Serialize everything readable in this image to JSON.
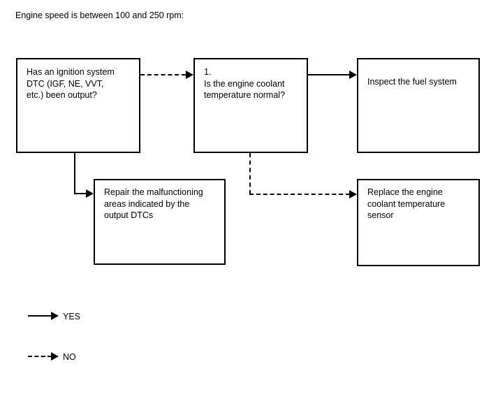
{
  "caption": "Engine speed is between 100 and 250 rpm:",
  "nodes": {
    "dtc_question": "Has an ignition system\nDTC (IGF, NE, VVT,\netc.) been output?",
    "coolant_question": "1.\nIs the engine coolant\ntemperature normal?",
    "inspect_fuel": "Inspect the fuel system",
    "repair_dtc": "Repair the malfunctioning\nareas indicated by the\noutput DTCs",
    "replace_sensor": "Replace the engine\ncoolant temperature\nsensor"
  },
  "legend": {
    "yes_label": "YES",
    "no_label": "NO"
  },
  "colors": {
    "line": "#000000",
    "box_border": "#000000",
    "background": "#ffffff"
  }
}
